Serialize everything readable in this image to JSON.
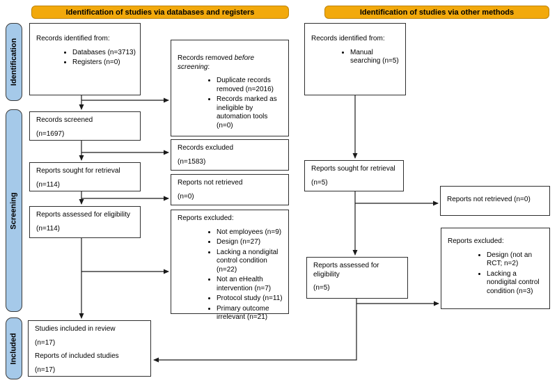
{
  "headers": {
    "left": "Identification of studies via databases and registers",
    "right": "Identification of studies via other methods"
  },
  "sidebar": {
    "identification": "Identification",
    "screening": "Screening",
    "included": "Included"
  },
  "colors": {
    "header_bg": "#F2A90C",
    "header_border": "#BE8308",
    "sidebar_bg": "#A5C9E9",
    "box_border": "#2e2e2e",
    "arrow": "#1a1a1a"
  },
  "boxes": {
    "records_identified_db": {
      "title": "Records identified from:",
      "bullets": [
        "Databases (n=3713)",
        "Registers (n=0)"
      ]
    },
    "records_removed": {
      "title_prefix": "Records removed ",
      "title_italic": "before screening",
      "title_suffix": ":",
      "bullets": [
        "Duplicate records removed  (n=2016)",
        "Records marked as ineligible by automation tools (n=0)"
      ]
    },
    "records_screened": {
      "line1": "Records screened",
      "line2": "(n=1697)"
    },
    "records_excluded": {
      "line1": "Records excluded",
      "line2": "(n=1583)"
    },
    "reports_sought": {
      "line1": "Reports sought for retrieval",
      "line2": "(n=114)"
    },
    "reports_not_retrieved": {
      "line1": "Reports not retrieved",
      "line2": "(n=0)"
    },
    "reports_assessed": {
      "line1": "Reports assessed for eligibility",
      "line2": "(n=114)"
    },
    "reports_excluded": {
      "title": "Reports excluded:",
      "bullets": [
        "Not employees (n=9)",
        "Design (n=27)",
        "Lacking a nondigital control condition (n=22)",
        "Not an eHealth intervention (n=7)",
        "Protocol study (n=11)",
        "Primary outcome irrelevant (n=21)"
      ]
    },
    "included_studies": {
      "line1": "Studies included in review",
      "line2": "(n=17)",
      "line3": "Reports of included studies",
      "line4": "(n=17)"
    },
    "records_identified_other": {
      "title": "Records identified from:",
      "bullets": [
        "Manual searching (n=5)"
      ]
    },
    "reports_sought_other": {
      "line1": "Reports sought for retrieval",
      "line2": "(n=5)"
    },
    "reports_not_retrieved_other": {
      "line1": "Reports not retrieved (n=0)"
    },
    "reports_assessed_other": {
      "line1": "Reports assessed for eligibility",
      "line2": "(n=5)"
    },
    "reports_excluded_other": {
      "title": "Reports excluded:",
      "bullets": [
        "Design (not an RCT; n=2)",
        "Lacking a nondigital control condition (n=3)"
      ]
    }
  }
}
